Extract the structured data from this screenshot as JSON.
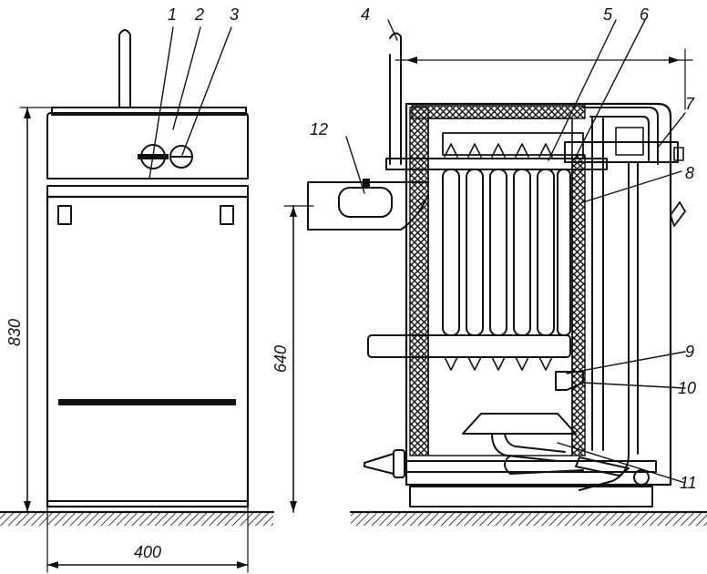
{
  "labels": {
    "l1": "1",
    "l2": "2",
    "l3": "3",
    "l4": "4",
    "l5": "5",
    "l6": "6",
    "l7": "7",
    "l8": "8",
    "l9": "9",
    "l10": "10",
    "l11": "11",
    "l12": "12"
  },
  "dimensions": {
    "height_total": "830",
    "width_total": "400",
    "height_inlet": "640"
  },
  "colors": {
    "ink": "#111111",
    "paper": "#ffffff"
  }
}
